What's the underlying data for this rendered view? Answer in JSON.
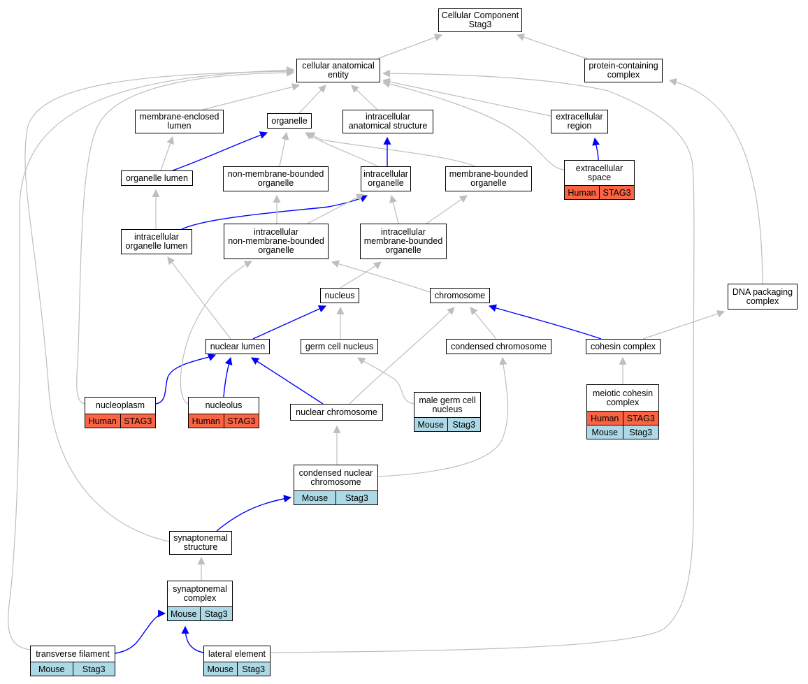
{
  "nodes": [
    {
      "id": "cc",
      "label": "Cellular Component\nStag3"
    },
    {
      "id": "cae",
      "label": "cellular anatomical\nentity"
    },
    {
      "id": "pcc",
      "label": "protein-containing\ncomplex"
    },
    {
      "id": "mel",
      "label": "membrane-enclosed\nlumen"
    },
    {
      "id": "org",
      "label": "organelle"
    },
    {
      "id": "ias",
      "label": "intracellular\nanatomical structure"
    },
    {
      "id": "exr",
      "label": "extracellular\nregion"
    },
    {
      "id": "olu",
      "label": "organelle lumen"
    },
    {
      "id": "nmbo",
      "label": "non-membrane-bounded\norganelle"
    },
    {
      "id": "io",
      "label": "intracellular\norganelle"
    },
    {
      "id": "mbo",
      "label": "membrane-bounded\norganelle"
    },
    {
      "id": "exs",
      "label": "extracellular\nspace",
      "annotations": [
        {
          "species": "Human",
          "gene": "STAG3",
          "color": "#fa6343"
        }
      ]
    },
    {
      "id": "iol",
      "label": "intracellular\norganelle lumen"
    },
    {
      "id": "inmbo",
      "label": "intracellular\nnon-membrane-bounded\norganelle"
    },
    {
      "id": "imbo",
      "label": "intracellular\nmembrane-bounded\norganelle"
    },
    {
      "id": "nuc",
      "label": "nucleus"
    },
    {
      "id": "chr",
      "label": "chromosome"
    },
    {
      "id": "dpc",
      "label": "DNA packaging\ncomplex"
    },
    {
      "id": "nlu",
      "label": "nuclear lumen"
    },
    {
      "id": "gcn",
      "label": "germ cell nucleus"
    },
    {
      "id": "cchr",
      "label": "condensed chromosome"
    },
    {
      "id": "coh",
      "label": "cohesin complex"
    },
    {
      "id": "npl",
      "label": "nucleoplasm",
      "annotations": [
        {
          "species": "Human",
          "gene": "STAG3",
          "color": "#fa6343"
        }
      ]
    },
    {
      "id": "nol",
      "label": "nucleolus",
      "annotations": [
        {
          "species": "Human",
          "gene": "STAG3",
          "color": "#fa6343"
        }
      ]
    },
    {
      "id": "nchr",
      "label": "nuclear chromosome"
    },
    {
      "id": "mgcn",
      "label": "male germ cell\nnucleus",
      "annotations": [
        {
          "species": "Mouse",
          "gene": "Stag3",
          "color": "#add8e6"
        }
      ]
    },
    {
      "id": "mcc",
      "label": "meiotic cohesin\ncomplex",
      "annotations": [
        {
          "species": "Human",
          "gene": "STAG3",
          "color": "#fa6343"
        },
        {
          "species": "Mouse",
          "gene": "Stag3",
          "color": "#add8e6"
        }
      ]
    },
    {
      "id": "cnchr",
      "label": "condensed nuclear\nchromosome",
      "annotations": [
        {
          "species": "Mouse",
          "gene": "Stag3",
          "color": "#add8e6"
        }
      ]
    },
    {
      "id": "sst",
      "label": "synaptonemal\nstructure"
    },
    {
      "id": "scx",
      "label": "synaptonemal\ncomplex",
      "annotations": [
        {
          "species": "Mouse",
          "gene": "Stag3",
          "color": "#add8e6"
        }
      ]
    },
    {
      "id": "tf",
      "label": "transverse filament",
      "annotations": [
        {
          "species": "Mouse",
          "gene": "Stag3",
          "color": "#add8e6"
        }
      ]
    },
    {
      "id": "le",
      "label": "lateral element",
      "annotations": [
        {
          "species": "Mouse",
          "gene": "Stag3",
          "color": "#add8e6"
        }
      ]
    }
  ],
  "edges": [
    {
      "from": "cae",
      "to": "cc",
      "relation": "is_a"
    },
    {
      "from": "pcc",
      "to": "cc",
      "relation": "is_a"
    },
    {
      "from": "mel",
      "to": "cae",
      "relation": "is_a"
    },
    {
      "from": "org",
      "to": "cae",
      "relation": "is_a"
    },
    {
      "from": "ias",
      "to": "cae",
      "relation": "is_a"
    },
    {
      "from": "exr",
      "to": "cae",
      "relation": "is_a"
    },
    {
      "from": "exs",
      "to": "cae",
      "relation": "is_a"
    },
    {
      "from": "npl",
      "to": "cae",
      "relation": "is_a"
    },
    {
      "from": "tf",
      "to": "cae",
      "relation": "is_a"
    },
    {
      "from": "le",
      "to": "cae",
      "relation": "is_a"
    },
    {
      "from": "sst",
      "to": "cae",
      "relation": "is_a"
    },
    {
      "from": "olu",
      "to": "mel",
      "relation": "is_a"
    },
    {
      "from": "olu",
      "to": "org",
      "relation": "part_of"
    },
    {
      "from": "nmbo",
      "to": "org",
      "relation": "is_a"
    },
    {
      "from": "mbo",
      "to": "org",
      "relation": "is_a"
    },
    {
      "from": "io",
      "to": "org",
      "relation": "is_a"
    },
    {
      "from": "io",
      "to": "ias",
      "relation": "part_of"
    },
    {
      "from": "exs",
      "to": "exr",
      "relation": "part_of"
    },
    {
      "from": "iol",
      "to": "olu",
      "relation": "is_a"
    },
    {
      "from": "iol",
      "to": "io",
      "relation": "part_of"
    },
    {
      "from": "inmbo",
      "to": "nmbo",
      "relation": "is_a"
    },
    {
      "from": "inmbo",
      "to": "io",
      "relation": "is_a"
    },
    {
      "from": "imbo",
      "to": "io",
      "relation": "is_a"
    },
    {
      "from": "imbo",
      "to": "mbo",
      "relation": "is_a"
    },
    {
      "from": "nuc",
      "to": "imbo",
      "relation": "is_a"
    },
    {
      "from": "chr",
      "to": "inmbo",
      "relation": "is_a"
    },
    {
      "from": "nlu",
      "to": "iol",
      "relation": "is_a"
    },
    {
      "from": "nlu",
      "to": "nuc",
      "relation": "part_of"
    },
    {
      "from": "gcn",
      "to": "nuc",
      "relation": "is_a"
    },
    {
      "from": "cchr",
      "to": "chr",
      "relation": "is_a"
    },
    {
      "from": "coh",
      "to": "chr",
      "relation": "part_of"
    },
    {
      "from": "coh",
      "to": "dpc",
      "relation": "is_a"
    },
    {
      "from": "dpc",
      "to": "pcc",
      "relation": "is_a"
    },
    {
      "from": "npl",
      "to": "nlu",
      "relation": "part_of"
    },
    {
      "from": "nol",
      "to": "nlu",
      "relation": "part_of"
    },
    {
      "from": "nol",
      "to": "inmbo",
      "relation": "is_a"
    },
    {
      "from": "nchr",
      "to": "nlu",
      "relation": "part_of"
    },
    {
      "from": "nchr",
      "to": "chr",
      "relation": "is_a"
    },
    {
      "from": "mgcn",
      "to": "gcn",
      "relation": "is_a"
    },
    {
      "from": "mcc",
      "to": "coh",
      "relation": "is_a"
    },
    {
      "from": "cnchr",
      "to": "nchr",
      "relation": "is_a"
    },
    {
      "from": "cnchr",
      "to": "cchr",
      "relation": "is_a"
    },
    {
      "from": "sst",
      "to": "cnchr",
      "relation": "part_of"
    },
    {
      "from": "scx",
      "to": "sst",
      "relation": "is_a"
    },
    {
      "from": "tf",
      "to": "scx",
      "relation": "part_of"
    },
    {
      "from": "le",
      "to": "scx",
      "relation": "part_of"
    }
  ],
  "colors": {
    "is_a": "#bebebe",
    "part_of": "#0000ff",
    "human": "#fa6343",
    "mouse": "#add8e6"
  }
}
